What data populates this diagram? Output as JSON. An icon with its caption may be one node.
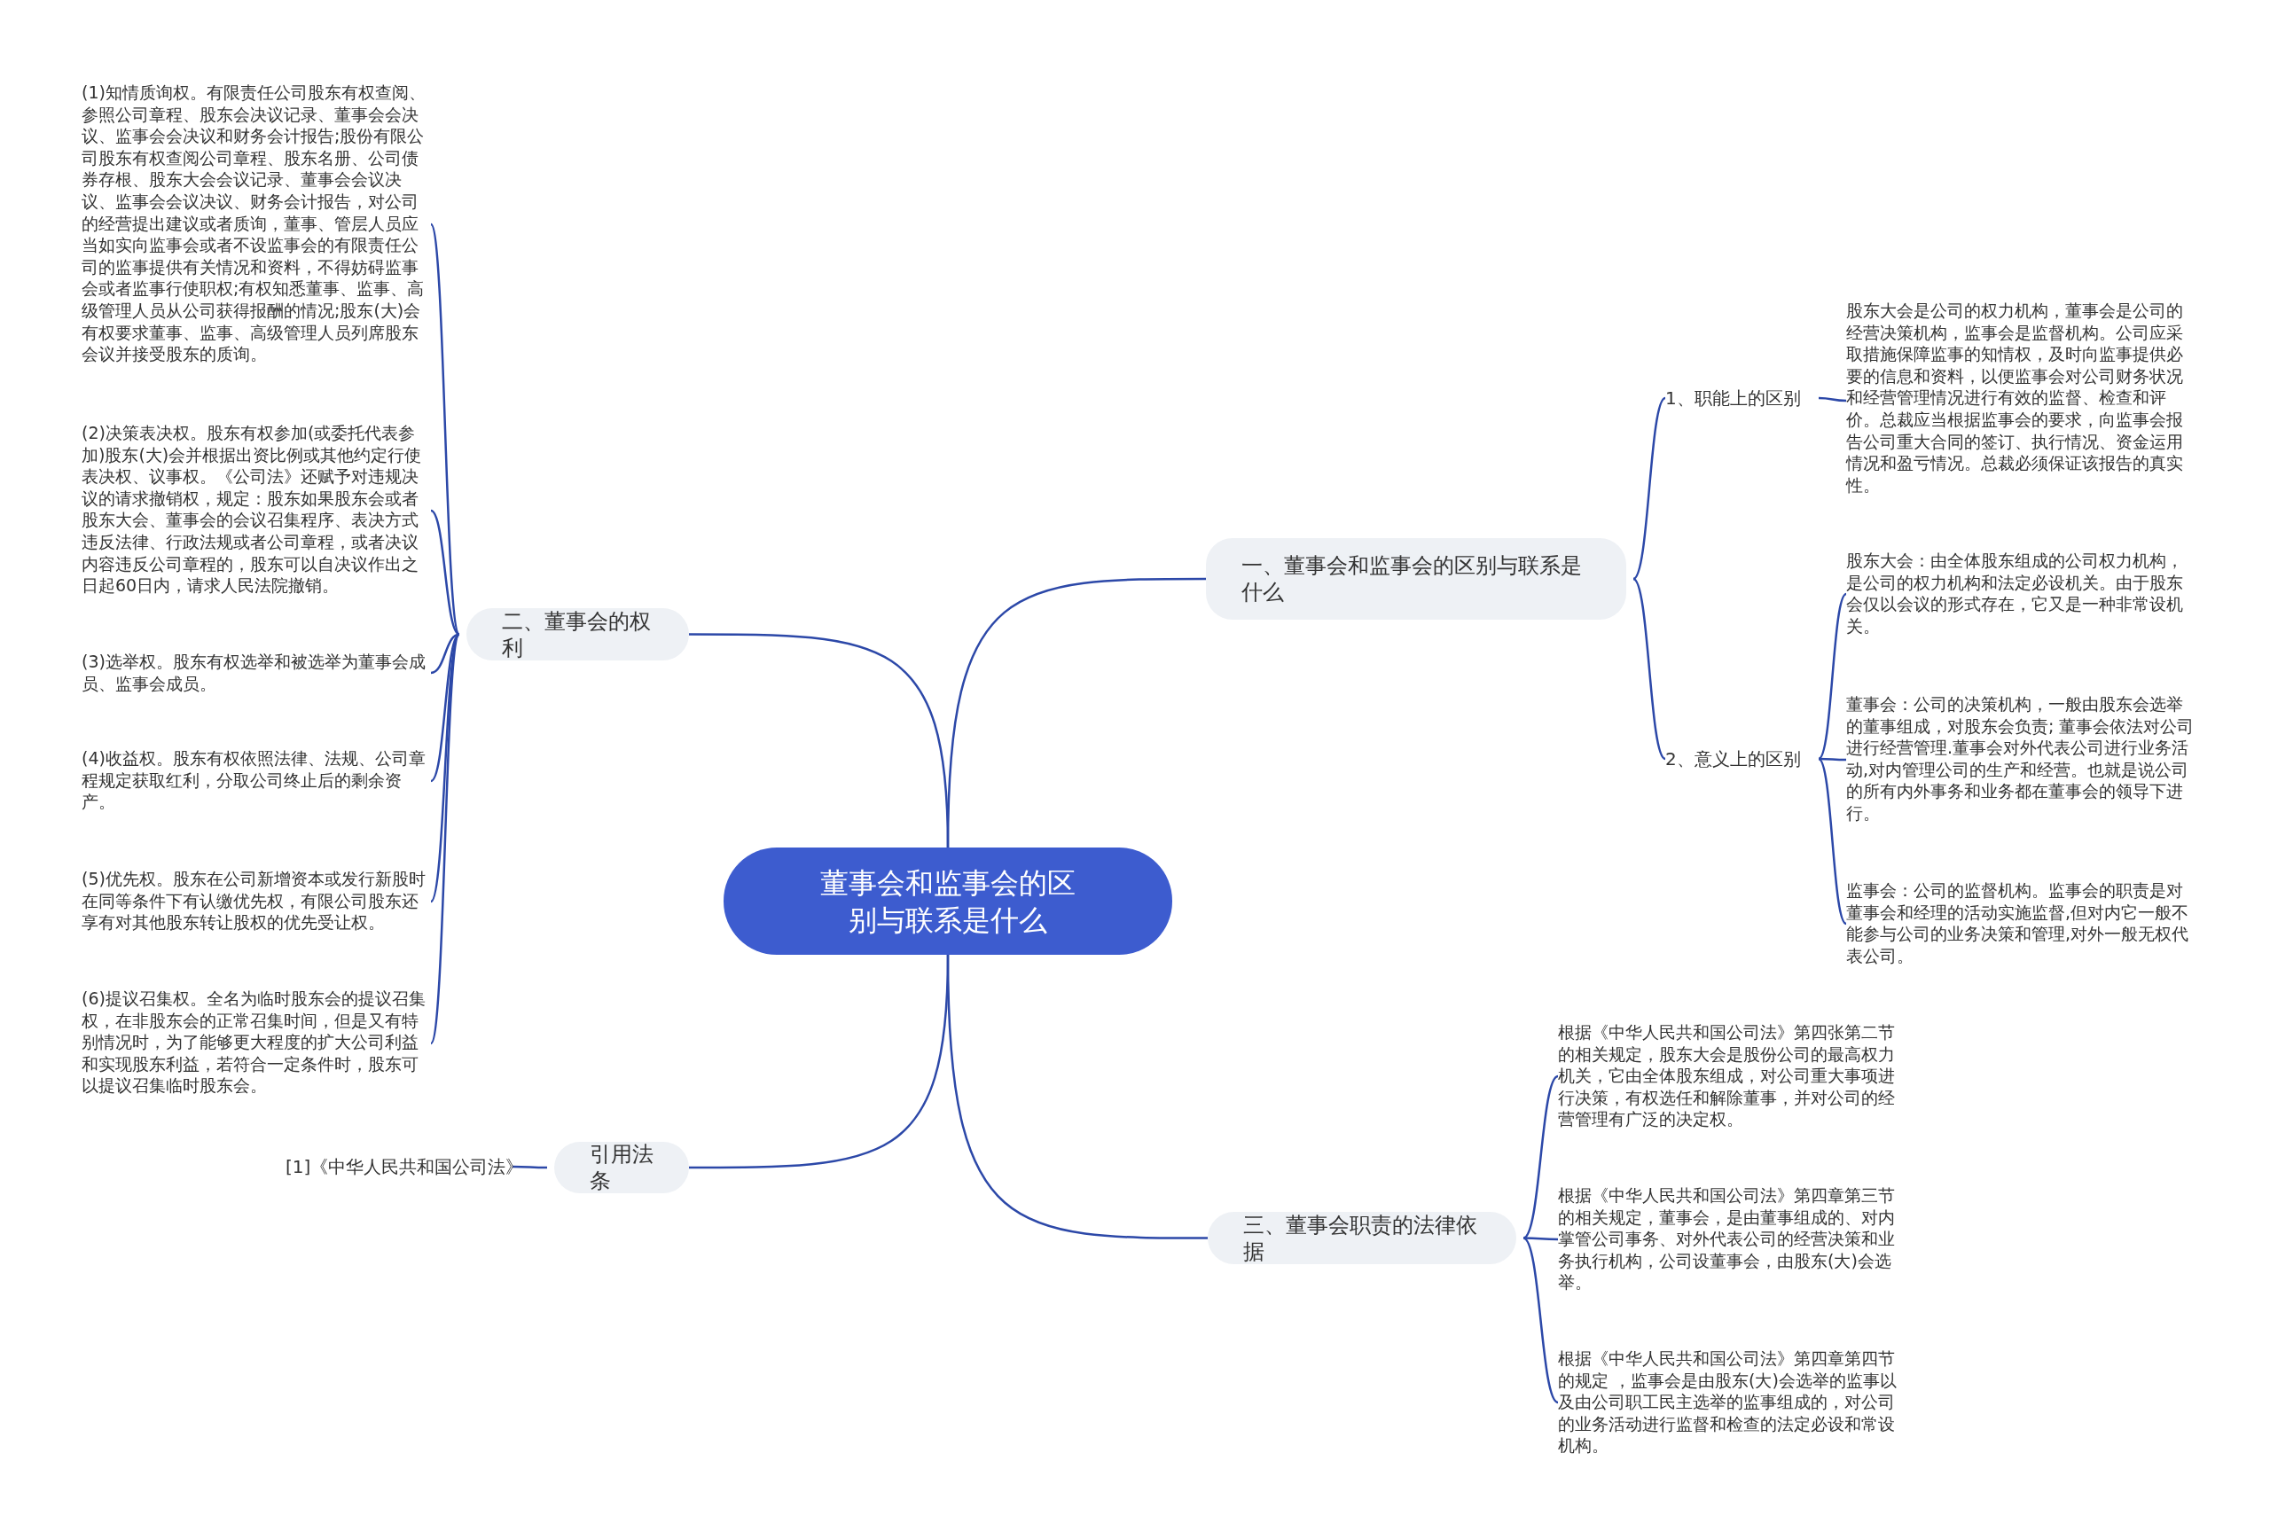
{
  "diagram": {
    "nodes": [
      {
        "text": [
          "董事会和监事会的区别与联系是什么"
        ]
      },
      {
        "text": [
          "一、董事会和监事会的区别与联系是什么"
        ]
      },
      {
        "text": [
          "1、职能上的区别"
        ]
      },
      {
        "text": [
          "股东大会是公司的权力机构，董事会是公司的经营决策机构，监事会是监督机构。公司应采取措施保障监事的知情权，及时向监事提供必要的信息和资料，以便监事会对公司财务状况和经营管理情况进行有效的监督、检查和评价。总裁应当根据监事会的要求，向监事会报告公司重大合同的签订、执行情况、资金运用情况和盈亏情况。总裁必须保证该报告的真实性。"
        ]
      },
      {
        "text": [
          "2、意义上的区别"
        ]
      },
      {
        "text": [
          "股东大会：由全体股东组成的公司权力机构，是公司的权力机构和法定必设机关。由于股东会仅以会议的形式存在，它又是一种非常设机关。"
        ]
      },
      {
        "text": [
          "董事会：公司的决策机构，一般由股东会选举的董事组成，对股东会负责; 董事会依法对公司进行经营管理.董事会对外代表公司进行业务活动,对内管理公司的生产和经营。也就是说公司的所有内外事务和业务都在董事会的领导下进行。"
        ]
      },
      {
        "text": [
          "监事会：公司的监督机构。监事会的职责是对董事会和经理的活动实施监督,但对内它一般不能参与公司的业务决策和管理,对外一般无权代表公司。"
        ]
      },
      {
        "text": [
          "二、董事会的权利"
        ]
      },
      {
        "text": [
          "(1)知情质询权。有限责任公司股东有权查阅、参照公司章程、股东会决议记录、董事会会决议、监事会会决议和财务会计报告;股份有限公司股东有权查阅公司章程、股东名册、公司债券存根、股东大会会议记录、董事会会议决议、监事会会议决议、财务会计报告，对公司的经营提出建议或者质询，董事、管层人员应当如实向监事会或者不设监事会的有限责任公司的监事提供有关情况和资料，不得妨碍监事会或者监事行使职权;有权知悉董事、监事、高级管理人员从公司获得报酬的情况;股东(大)会有权要求董事、监事、高级管理人员列席股东会议并接受股东的质询。"
        ]
      },
      {
        "text": [
          "(2)决策表决权。股东有权参加(或委托代表参加)股东(大)会并根据出资比例或其他约定行使表决权、议事权。《公司法》还赋予对违规决议的请求撤销权，规定：股东如果股东会或者股东大会、董事会的会议召集程序、表决方式违反法律、行政法规或者公司章程，或者决议内容违反公司章程的，股东可以自决议作出之日起60日内，请求人民法院撤销。"
        ]
      },
      {
        "text": [
          "(3)选举权。股东有权选举和被选举为董事会成员、监事会成员。"
        ]
      },
      {
        "text": [
          "(4)收益权。股东有权依照法律、法规、公司章程规定获取红利，分取公司终止后的剩余资产。"
        ]
      },
      {
        "text": [
          "(5)优先权。股东在公司新增资本或发行新股时在同等条件下有认缴优先权，有限公司股东还享有对其他股东转让股权的优先受让权。"
        ]
      },
      {
        "text": [
          "(6)提议召集权。全名为临时股东会的提议召集权，在非股东会的正常召集时间，但是又有特别情况时，为了能够更大程度的扩大公司利益和实现股东利益，若符合一定条件时，股东可以提议召集临时股东会。"
        ]
      },
      {
        "text": [
          "引用法条"
        ]
      },
      {
        "text": [
          "[1]《中华人民共和国公司法》"
        ]
      },
      {
        "text": [
          "三、董事会职责的法律依据"
        ]
      },
      {
        "text": [
          "根据《中华人民共和国公司法》第四张第二节的相关规定，股东大会是股份公司的最高权力机关，它由全体股东组成，对公司重大事项进行决策，有权选任和解除董事，并对公司的经营管理有广泛的决定权。"
        ]
      },
      {
        "text": [
          "根据《中华人民共和国公司法》第四章第三节的相关规定，董事会，是由董事组成的、对内掌管公司事务、对外代表公司的经营决策和业务执行机构，公司设董事会，由股东(大)会选举。"
        ]
      },
      {
        "text": [
          "根据《中华人民共和国公司法》第四章第四节的规定 ，监事会是由股东(大)会选举的监事以及由公司职工民主选举的监事组成的，对公司的业务活动进行监督和检查的法定必设和常设机构。"
        ]
      }
    ],
    "edges": [
      {
        "from": 0,
        "to": 1,
        "arrow": "none"
      },
      {
        "from": 1,
        "to": 2,
        "arrow": "none"
      },
      {
        "from": 2,
        "to": 3,
        "arrow": "none"
      },
      {
        "from": 1,
        "to": 4,
        "arrow": "none"
      },
      {
        "from": 4,
        "to": 5,
        "arrow": "none"
      },
      {
        "from": 4,
        "to": 6,
        "arrow": "none"
      },
      {
        "from": 4,
        "to": 7,
        "arrow": "none"
      },
      {
        "from": 0,
        "to": 8,
        "arrow": "none"
      },
      {
        "from": 8,
        "to": 9,
        "arrow": "none"
      },
      {
        "from": 8,
        "to": 10,
        "arrow": "none"
      },
      {
        "from": 8,
        "to": 11,
        "arrow": "none"
      },
      {
        "from": 8,
        "to": 12,
        "arrow": "none"
      },
      {
        "from": 8,
        "to": 13,
        "arrow": "none"
      },
      {
        "from": 8,
        "to": 14,
        "arrow": "none"
      },
      {
        "from": 0,
        "to": 15,
        "arrow": "none"
      },
      {
        "from": 15,
        "to": 16,
        "arrow": "none"
      },
      {
        "from": 0,
        "to": 17,
        "arrow": "none"
      },
      {
        "from": 17,
        "to": 18,
        "arrow": "none"
      },
      {
        "from": 17,
        "to": 19,
        "arrow": "none"
      },
      {
        "from": 17,
        "to": 20,
        "arrow": "none"
      }
    ]
  }
}
